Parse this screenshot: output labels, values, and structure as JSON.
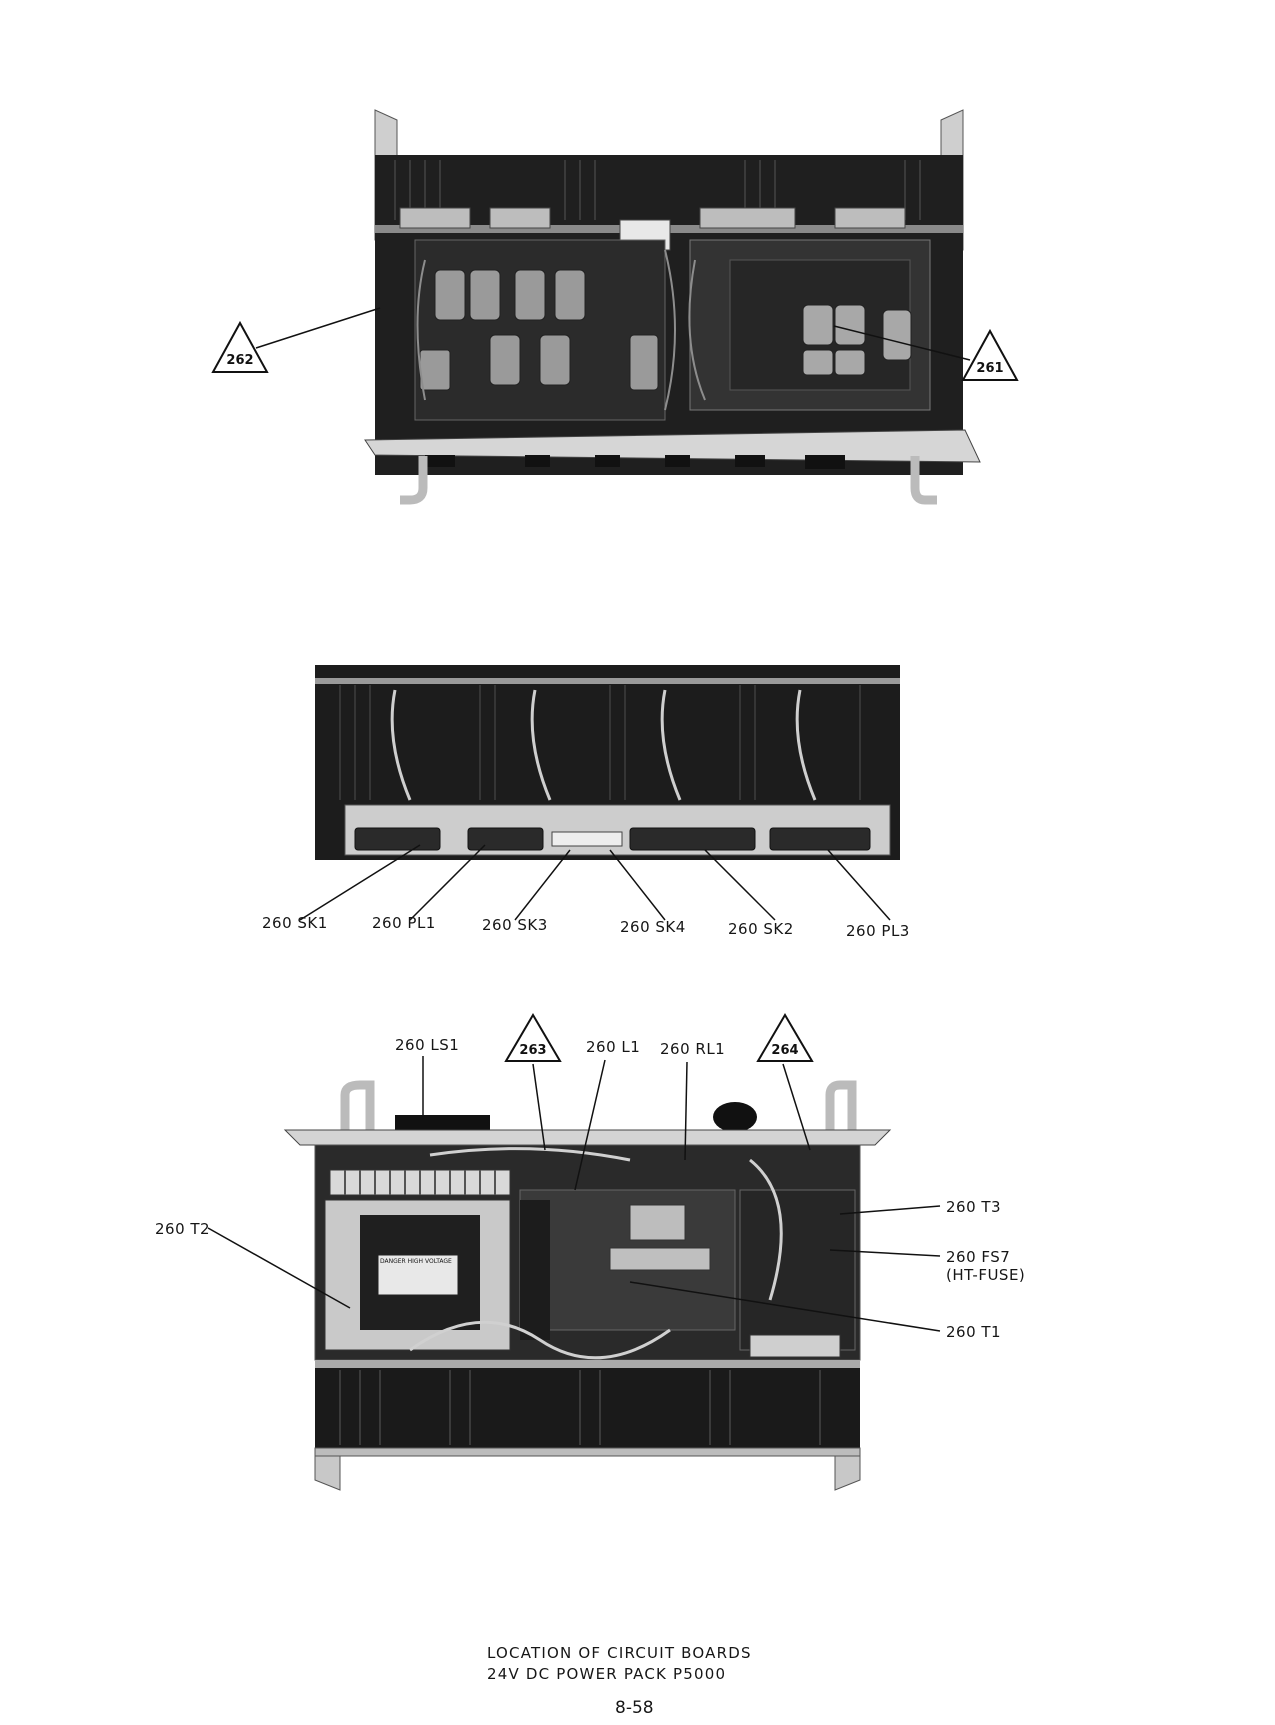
{
  "top_photo": {
    "callouts": [
      {
        "id": "callout-262",
        "text": "262"
      },
      {
        "id": "callout-261",
        "text": "261"
      }
    ]
  },
  "middle_photo": {
    "labels": [
      "260 SK1",
      "260 PL1",
      "260 SK3",
      "260 SK4",
      "260 SK2",
      "260 PL3"
    ]
  },
  "bottom_photo": {
    "top_labels": [
      "260 LS1",
      "260 L1",
      "260 RL1"
    ],
    "callouts": [
      {
        "id": "callout-263",
        "text": "263"
      },
      {
        "id": "callout-264",
        "text": "264"
      }
    ],
    "side_labels": {
      "t2": "260 T2",
      "t3": "260 T3",
      "fs7": "260 FS7",
      "fs7_sub": "(HT-FUSE)",
      "t1": "260 T1"
    },
    "warning_plate": "DANGER HIGH VOLTAGE"
  },
  "caption": {
    "line1": "LOCATION OF CIRCUIT BOARDS",
    "line2": "24V DC POWER PACK P5000"
  },
  "page_number": "8-58"
}
